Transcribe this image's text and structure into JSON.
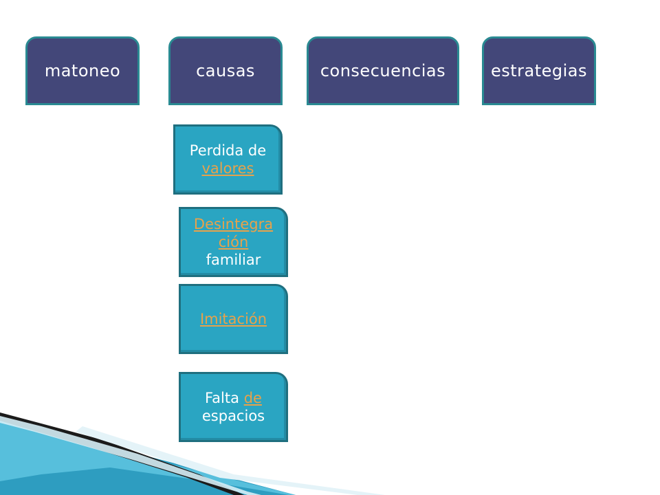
{
  "headers": [
    {
      "label": "matoneo"
    },
    {
      "label": "causas"
    },
    {
      "label": "consecuencias"
    },
    {
      "label": "estrategias"
    }
  ],
  "causes": {
    "item1": {
      "text": "Perdida de",
      "link": "valores"
    },
    "item2": {
      "link": "Desintegra ción",
      "text": "familiar"
    },
    "item3": {
      "link": "Imitación"
    },
    "item4": {
      "text_before": "Falta",
      "link": "de",
      "text_after": "espacios"
    }
  },
  "colors": {
    "header_fill": "#434779",
    "header_border": "#2a8a92",
    "box_fill": "#2aa5c2",
    "box_border": "#1f6f7f",
    "link_color": "#e8a24a"
  }
}
